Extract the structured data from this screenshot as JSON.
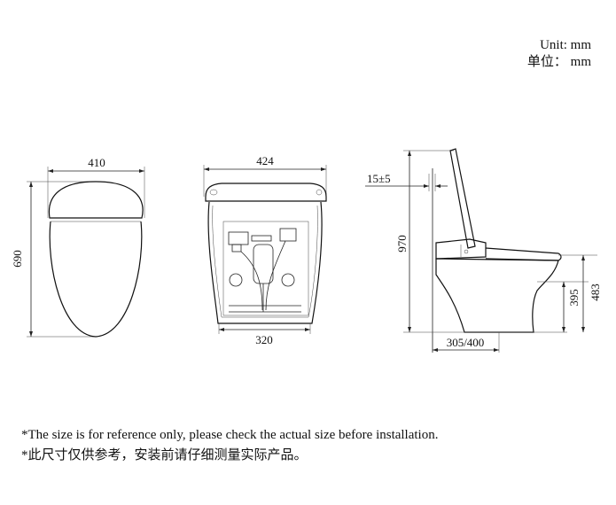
{
  "units": {
    "en": "Unit: mm",
    "cn": "单位：  mm"
  },
  "front": {
    "width": "410",
    "height": "690"
  },
  "back": {
    "top_width": "424",
    "bottom_width": "320"
  },
  "side": {
    "offset": "15±5",
    "total_height": "970",
    "depth": "305/400",
    "seat_height": "395",
    "rim_height": "483"
  },
  "notes": {
    "en": "*The size is for reference only, please check the actual size before installation.",
    "cn": "*此尺寸仅供参考，安装前请仔细测量实际产品。"
  }
}
